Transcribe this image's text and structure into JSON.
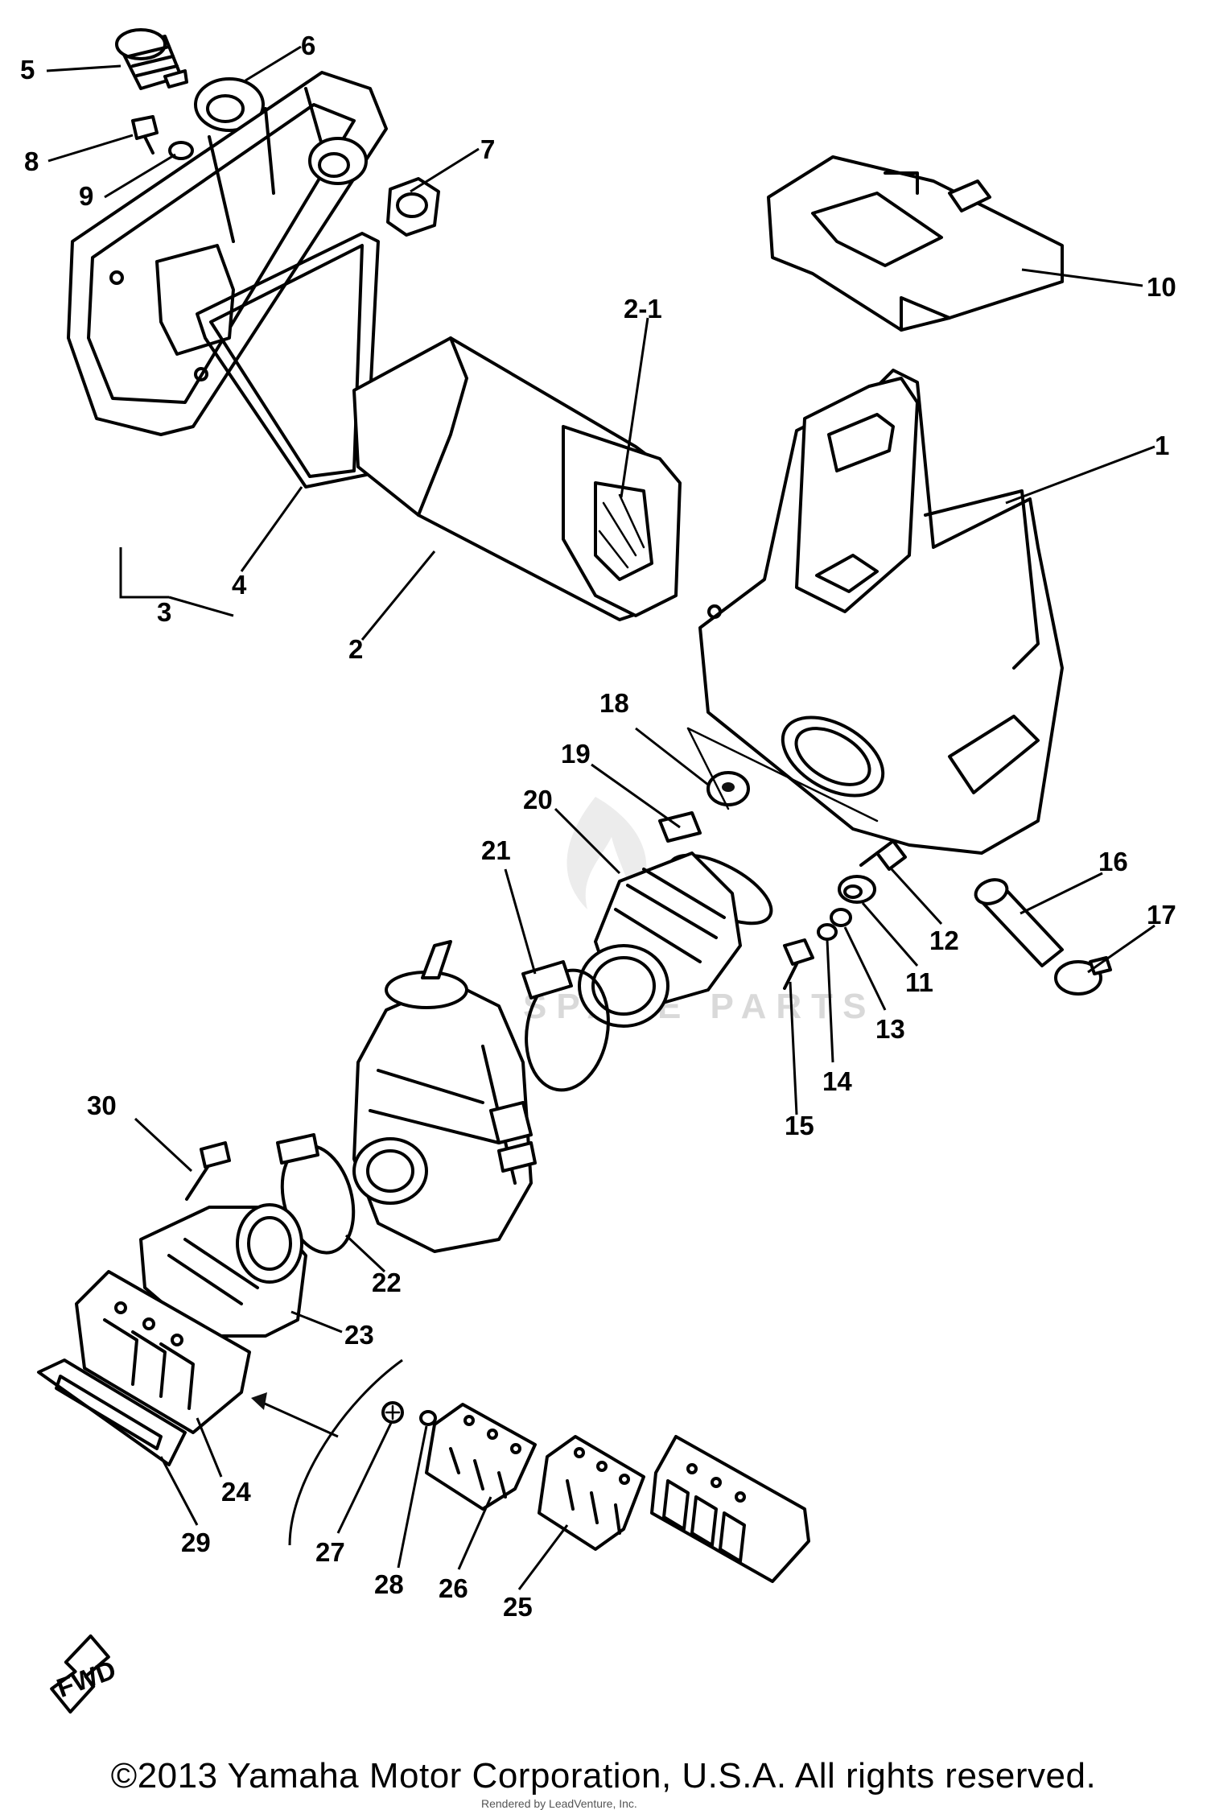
{
  "callouts": [
    {
      "id": "5",
      "label": "5"
    },
    {
      "id": "6",
      "label": "6"
    },
    {
      "id": "8",
      "label": "8"
    },
    {
      "id": "7",
      "label": "7"
    },
    {
      "id": "9",
      "label": "9"
    },
    {
      "id": "10",
      "label": "10"
    },
    {
      "id": "2-1",
      "label": "2-1"
    },
    {
      "id": "1",
      "label": "1"
    },
    {
      "id": "3",
      "label": "3"
    },
    {
      "id": "4",
      "label": "4"
    },
    {
      "id": "2",
      "label": "2"
    },
    {
      "id": "18",
      "label": "18"
    },
    {
      "id": "19",
      "label": "19"
    },
    {
      "id": "20",
      "label": "20"
    },
    {
      "id": "21",
      "label": "21"
    },
    {
      "id": "16",
      "label": "16"
    },
    {
      "id": "17",
      "label": "17"
    },
    {
      "id": "12",
      "label": "12"
    },
    {
      "id": "11",
      "label": "11"
    },
    {
      "id": "13",
      "label": "13"
    },
    {
      "id": "14",
      "label": "14"
    },
    {
      "id": "15",
      "label": "15"
    },
    {
      "id": "30",
      "label": "30"
    },
    {
      "id": "22",
      "label": "22"
    },
    {
      "id": "23",
      "label": "23"
    },
    {
      "id": "24",
      "label": "24"
    },
    {
      "id": "29",
      "label": "29"
    },
    {
      "id": "27",
      "label": "27"
    },
    {
      "id": "28",
      "label": "28"
    },
    {
      "id": "26",
      "label": "26"
    },
    {
      "id": "25",
      "label": "25"
    }
  ],
  "fwd_label": "FWD",
  "watermark": "SPARE PARTS",
  "footer": {
    "copyright": "©2013 Yamaha Motor Corporation, U.S.A. All rights reserved.",
    "rendered_by": "Rendered by LeadVenture, Inc."
  }
}
